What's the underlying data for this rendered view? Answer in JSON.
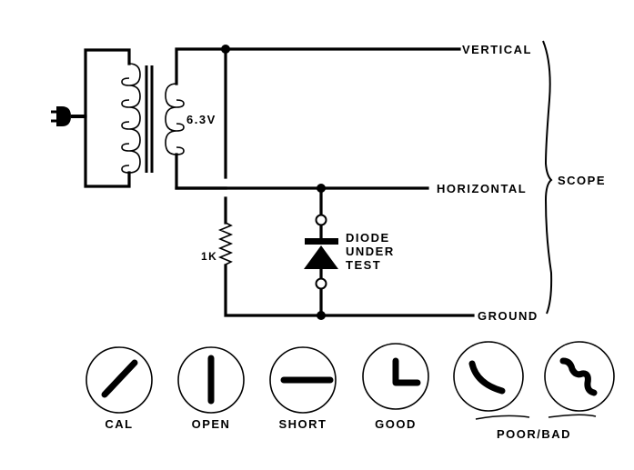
{
  "diagram": {
    "title": "Diode tester circuit with scope patterns",
    "transformer": {
      "secondary_label": "6.3V"
    },
    "resistor": {
      "label": "1K"
    },
    "diode": {
      "label_lines": [
        "DIODE",
        "UNDER",
        "TEST"
      ]
    },
    "scope_connections": {
      "vertical": "VERTICAL",
      "horizontal": "HORIZONTAL",
      "ground": "GROUND",
      "group_label": "SCOPE"
    },
    "patterns": [
      {
        "label": "CAL",
        "trace": "diagonal-line"
      },
      {
        "label": "OPEN",
        "trace": "vertical-line"
      },
      {
        "label": "SHORT",
        "trace": "horizontal-line"
      },
      {
        "label": "GOOD",
        "trace": "l-shape"
      },
      {
        "label": "",
        "trace": "curve"
      },
      {
        "label": "",
        "trace": "wavy-line"
      }
    ],
    "poor_bad_label": "POOR/BAD",
    "colors": {
      "ink": "#000000",
      "paper": "#ffffff"
    }
  }
}
